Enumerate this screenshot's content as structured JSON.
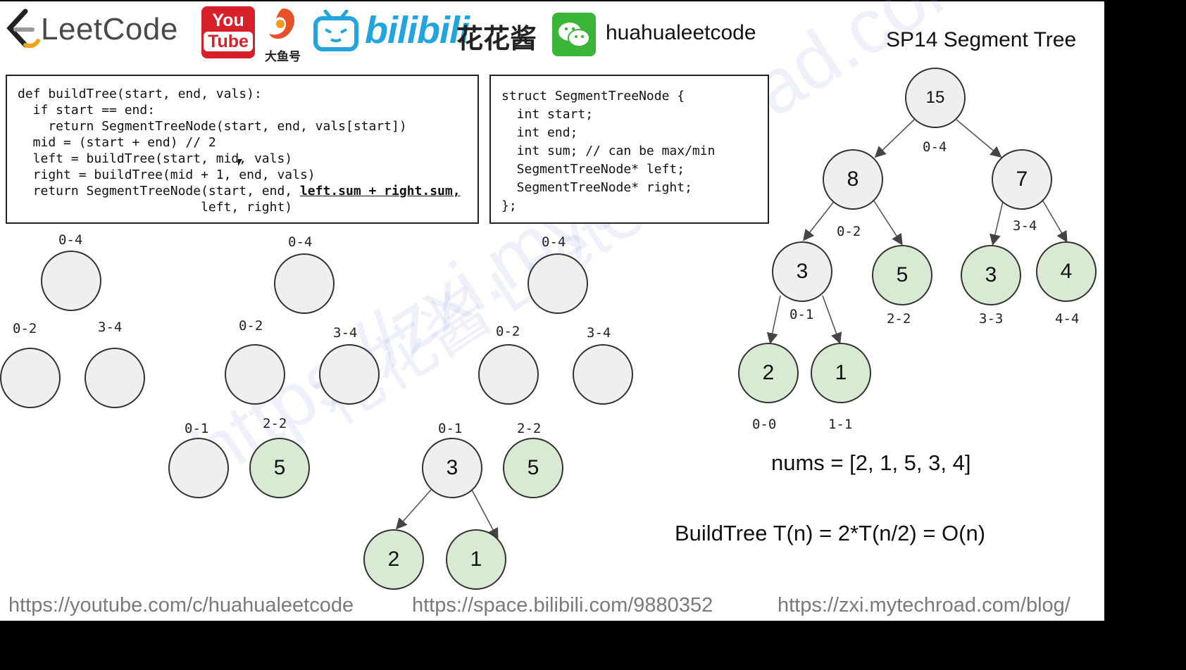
{
  "header": {
    "leetcode_text": "LeetCode",
    "youtube_top": "You",
    "youtube_bottom": "Tube",
    "dayu_text": "大鱼号",
    "bilibili_text": "bilibili",
    "huahua_text": "花花酱",
    "handle": "huahualeetcode",
    "title": "SP14 Segment Tree"
  },
  "code_left": {
    "lines": [
      "def buildTree(start, end, vals):",
      "  if start == end:",
      "    return SegmentTreeNode(start, end, vals[start])",
      "  mid = (start + end) // 2",
      "  left = buildTree(start, mid, vals)",
      "  right = buildTree(mid + 1, end, vals)",
      "  return SegmentTreeNode(start, end, ",
      "                        left, right)"
    ],
    "underlined": "left.sum + right.sum,"
  },
  "code_right": {
    "lines": [
      "struct SegmentTreeNode {",
      "  int start;",
      "  int end;",
      "  int sum; // can be max/min",
      "  SegmentTreeNode* left;",
      "  SegmentTreeNode* right;",
      "};"
    ]
  },
  "steps": {
    "s1": {
      "r04": "0-4",
      "r02": "0-2",
      "r34": "3-4"
    },
    "s2": {
      "r04": "0-4",
      "r02": "0-2",
      "r34": "3-4",
      "r01": "0-1",
      "r22": "2-2",
      "v22": "5"
    },
    "s3": {
      "r04": "0-4",
      "r02": "0-2",
      "r34": "3-4",
      "r01": "0-1",
      "r22": "2-2",
      "v01": "3",
      "v22": "5",
      "v00": "2",
      "v11": "1"
    }
  },
  "tree": {
    "root": {
      "value": "15",
      "range": "0-4"
    },
    "n02": {
      "value": "8",
      "range": "0-2"
    },
    "n34": {
      "value": "7",
      "range": "3-4"
    },
    "n01": {
      "value": "3",
      "range": "0-1"
    },
    "n22": {
      "value": "5",
      "range": "2-2"
    },
    "n33": {
      "value": "3",
      "range": "3-3"
    },
    "n44": {
      "value": "4",
      "range": "4-4"
    },
    "n00": {
      "value": "2",
      "range": "0-0"
    },
    "n11": {
      "value": "1",
      "range": "1-1"
    }
  },
  "nums_text": "nums = [2, 1, 5, 3, 4]",
  "complexity_text": "BuildTree T(n) = 2*T(n/2) = O(n)",
  "footer": {
    "youtube_url": "https://youtube.com/c/huahualeetcode",
    "bilibili_url": "https://space.bilibili.com/9880352",
    "blog_url": "https://zxi.mytechroad.com/blog/"
  },
  "watermark": "https://zxi.mytechroad.com/blog/",
  "watermark2": "花花酱 LeetCode",
  "colors": {
    "grey_node": "#efefef",
    "green_node": "#d9ead3",
    "bilibili_blue": "#22a5dd",
    "youtube_red": "#d8202a"
  }
}
